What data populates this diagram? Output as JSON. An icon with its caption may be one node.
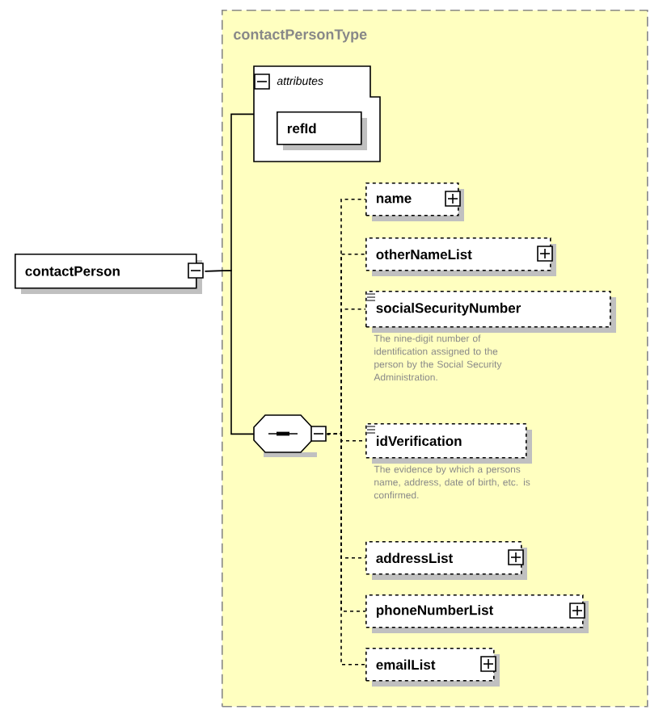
{
  "diagram": {
    "nodes": [
      {
        "text": [
          "contactPersonType"
        ]
      },
      {
        "text": [
          "attributes"
        ],
        "in": 0
      },
      {
        "text": [
          "refId"
        ],
        "in": 1
      },
      {
        "text": [
          "contactPerson"
        ]
      },
      {
        "text": [],
        "shape": "octagon",
        "in": 0
      },
      {
        "text": [
          "name"
        ],
        "in": 0
      },
      {
        "text": [
          "otherNameList"
        ],
        "in": 0
      },
      {
        "text": [
          "socialSecurityNumber"
        ],
        "in": 0,
        "beside": [
          "The nine-digit number of identification assigned to the person by the Social Security Administration."
        ]
      },
      {
        "text": [
          "idVerification"
        ],
        "in": 0,
        "beside": [
          "The evidence by which a persons name, address, date of birth, etc. is confirmed."
        ]
      },
      {
        "text": [
          "addressList"
        ],
        "in": 0
      },
      {
        "text": [
          "phoneNumberList"
        ],
        "in": 0
      },
      {
        "text": [
          "emailList"
        ],
        "in": 0
      }
    ],
    "edges": [
      {
        "from": 3,
        "to": 1,
        "arrow": "none"
      },
      {
        "from": 3,
        "to": 4,
        "arrow": "none"
      },
      {
        "from": 4,
        "to": 5,
        "arrow": "none",
        "style": "dashed"
      },
      {
        "from": 4,
        "to": 6,
        "arrow": "none",
        "style": "dashed"
      },
      {
        "from": 4,
        "to": 7,
        "arrow": "none",
        "style": "dashed"
      },
      {
        "from": 4,
        "to": 8,
        "arrow": "none",
        "style": "dashed"
      },
      {
        "from": 4,
        "to": 9,
        "arrow": "none",
        "style": "dashed"
      },
      {
        "from": 4,
        "to": 10,
        "arrow": "none",
        "style": "dashed"
      },
      {
        "from": 4,
        "to": 11,
        "arrow": "none",
        "style": "dashed"
      }
    ]
  }
}
